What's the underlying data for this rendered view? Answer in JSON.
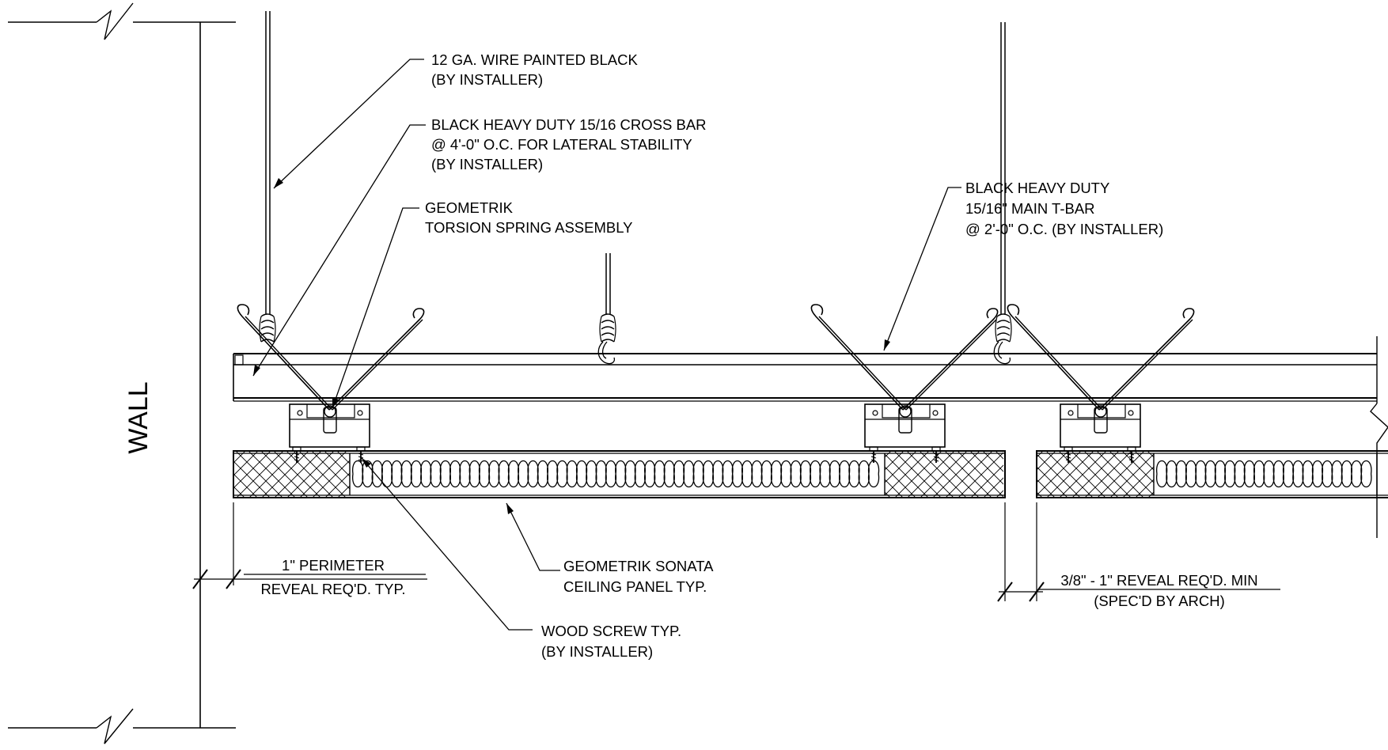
{
  "wall_label": "WALL",
  "callouts": {
    "wire": {
      "line1": "12 GA. WIRE PAINTED BLACK",
      "line2": "(BY INSTALLER)"
    },
    "cross_bar": {
      "line1": "BLACK HEAVY DUTY 15/16 CROSS BAR",
      "line2": "@ 4'-0\" O.C. FOR LATERAL STABILITY",
      "line3": "(BY INSTALLER)"
    },
    "torsion": {
      "line1": "GEOMETRIK",
      "line2": "TORSION SPRING ASSEMBLY"
    },
    "main_tbar": {
      "line1": "BLACK HEAVY DUTY",
      "line2": "15/16\" MAIN T-BAR",
      "line3": "@ 2'-0\" O.C. (BY INSTALLER)"
    },
    "panel": {
      "line1": "GEOMETRIK SONATA",
      "line2": "CEILING PANEL TYP."
    },
    "screw": {
      "line1": "WOOD SCREW TYP.",
      "line2": "(BY INSTALLER)"
    }
  },
  "dimensions": {
    "perimeter": {
      "line1": "1\" PERIMETER",
      "line2": "REVEAL REQ'D. TYP."
    },
    "reveal": {
      "line1": "3/8\" - 1\" REVEAL REQ'D. MIN",
      "line2": "(SPEC'D BY ARCH)"
    }
  },
  "colors": {
    "line": "#000000",
    "background": "#ffffff"
  }
}
